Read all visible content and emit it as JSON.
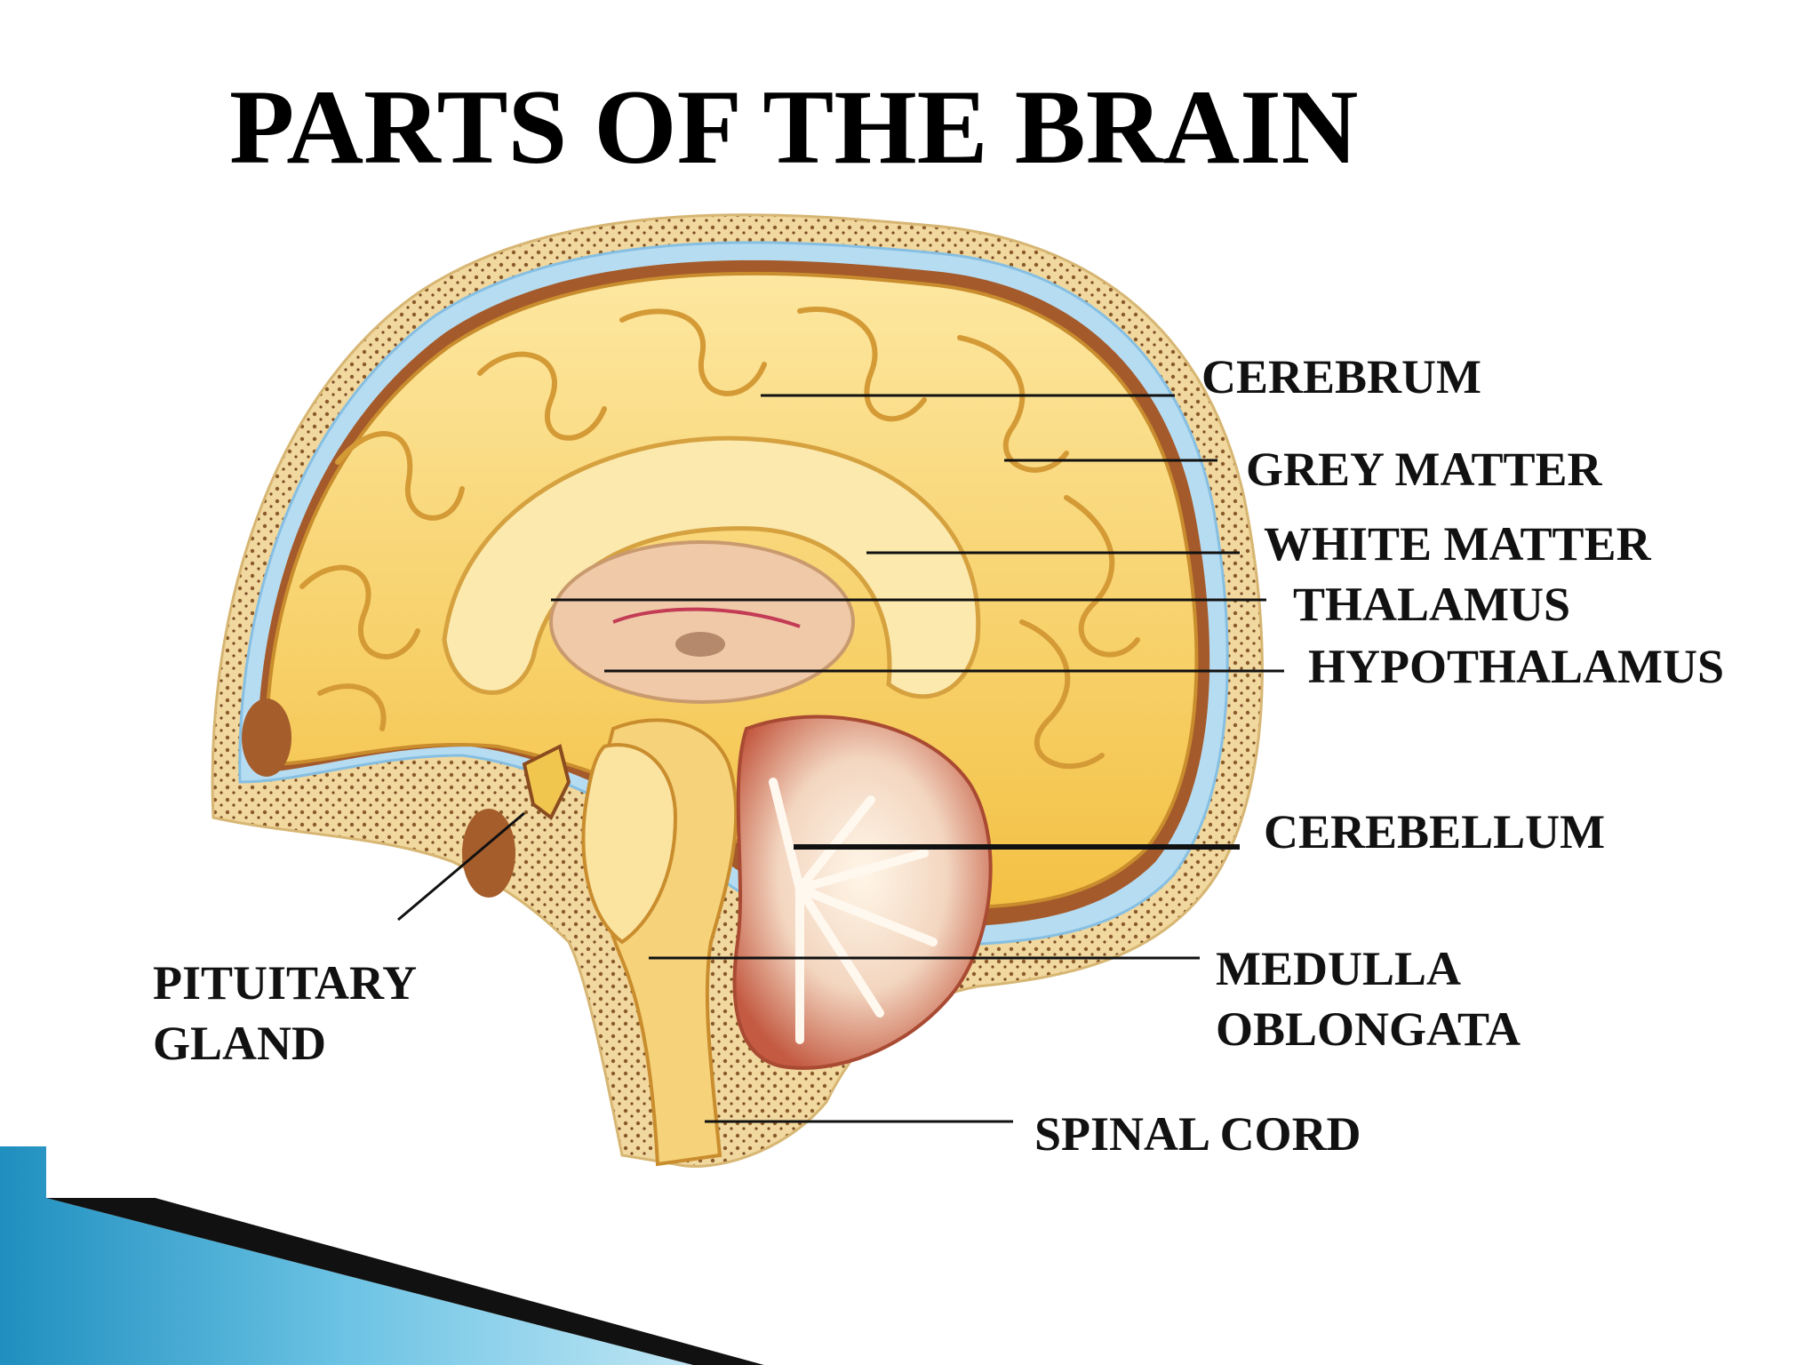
{
  "slide": {
    "title": "PARTS OF THE BRAIN"
  },
  "labels": {
    "cerebrum": "CEREBRUM",
    "grey_matter": "GREY MATTER",
    "white_matter": "WHITE MATTER",
    "thalamus": "THALAMUS",
    "hypothalamus": "HYPOTHALAMUS",
    "cerebellum": "CEREBELLUM",
    "medulla_line1": "MEDULLA",
    "medulla_line2": "OBLONGATA",
    "spinal_cord": "SPINAL CORD",
    "pituitary_line1": "PITUITARY",
    "pituitary_line2": "GLAND"
  },
  "colors": {
    "brain_yellow": "#f7cf55",
    "brain_light": "#fbe7a2",
    "skull_tan": "#f1d79c",
    "csf_blue": "#a9d4ef",
    "brainstem_pink": "#e8b9a1",
    "cerebellum_red": "#c9634b",
    "accent_blue": "#2aa2cf"
  }
}
